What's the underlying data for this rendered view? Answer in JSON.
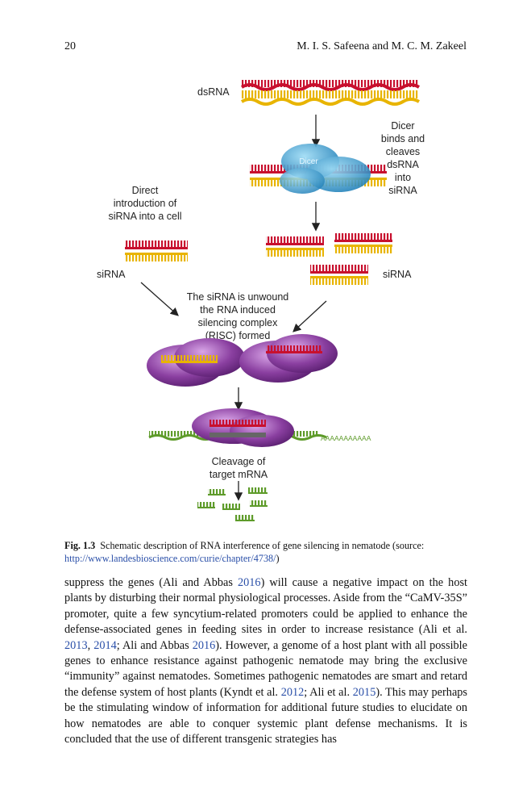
{
  "header": {
    "page_number": "20",
    "authors": "M. I. S. Safeena and M. C. M. Zakeel"
  },
  "figure": {
    "labels": {
      "dsrna": "dsRNA",
      "dicer_step": [
        "Dicer",
        "binds and",
        "cleaves",
        "dsRNA",
        "into",
        "siRNA"
      ],
      "dicer_enzyme": "Dicer",
      "direct_intro": [
        "Direct",
        "introduction of",
        "siRNA into a cell"
      ],
      "sirna_left": "siRNA",
      "sirna_right": "siRNA",
      "risc_step": [
        "The siRNA is unwound",
        "the RNA induced",
        "silencing complex",
        "(RISC) formed"
      ],
      "poly_a": "AAAAAAAAAAA",
      "cleavage": [
        "Cleavage of",
        "target mRNA"
      ]
    },
    "colors": {
      "strand_red": "#c8102e",
      "strand_yellow": "#e8b400",
      "dicer_blue": "#3a9fd6",
      "risc_purple": "#8a3fa0",
      "mrna_green": "#5e9b2a"
    }
  },
  "caption": {
    "label": "Fig. 1.3",
    "text": "Schematic description of RNA interference of gene silencing in nematode (source: ",
    "link": "http://www.landesbioscience.com/curie/chapter/4738/",
    "close": ")"
  },
  "body": {
    "segments": [
      {
        "t": "suppress the genes (Ali and Abbas "
      },
      {
        "t": "2016",
        "c": true
      },
      {
        "t": ") will cause a negative impact on the host plants by disturbing their normal physiological processes. Aside from the “CaMV-35S” promoter, quite a few syncytium-related promoters could be applied to enhance the defense-associated genes in feeding sites in order to increase resistance (Ali et al. "
      },
      {
        "t": "2013",
        "c": true
      },
      {
        "t": ", "
      },
      {
        "t": "2014",
        "c": true
      },
      {
        "t": "; Ali and Abbas "
      },
      {
        "t": "2016",
        "c": true
      },
      {
        "t": "). However, a genome of a host plant with all possible genes to enhance resistance against pathogenic nematode may bring the exclusive “immunity” against nematodes. Sometimes pathogenic nematodes are smart and retard the defense system of host plants (Kyndt et al. "
      },
      {
        "t": "2012",
        "c": true
      },
      {
        "t": "; Ali et al. "
      },
      {
        "t": "2015",
        "c": true
      },
      {
        "t": "). This may perhaps be the stimulating window of information for additional future studies to elucidate on how nematodes are able to conquer systemic plant defense mechanisms. It is concluded that the use of different transgenic strategies has"
      }
    ]
  }
}
